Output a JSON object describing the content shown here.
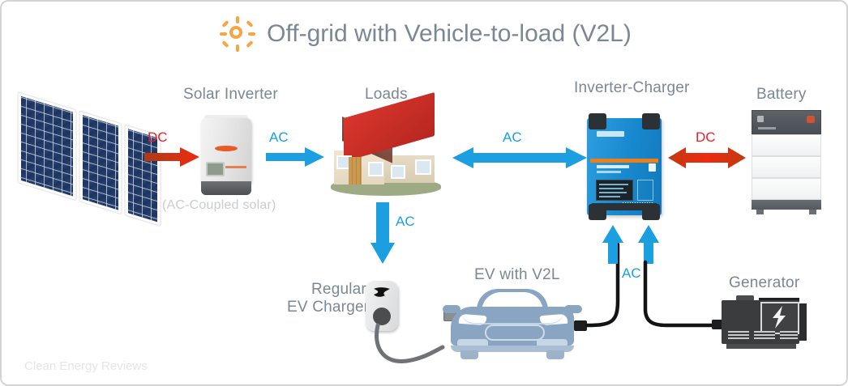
{
  "diagram": {
    "title": "Off-grid with Vehicle-to-load (V2L)",
    "sun_icon": "sun-icon",
    "watermark": "Clean Energy Reviews"
  },
  "nodes": {
    "solar_panels": {
      "icon": "solar-panel-icon"
    },
    "solar_inverter": {
      "label": "Solar Inverter",
      "sublabel": "(AC-Coupled solar)",
      "icon": "solar-inverter-icon"
    },
    "loads": {
      "label": "Loads",
      "icon": "house-icon"
    },
    "inverter_charger": {
      "label": "Inverter-Charger",
      "icon": "inverter-charger-icon"
    },
    "battery": {
      "label": "Battery",
      "icon": "battery-stack-icon"
    },
    "ev_charger": {
      "label_line1": "Regular",
      "label_line2": "EV Charger",
      "icon": "ev-charger-icon"
    },
    "ev_car": {
      "label": "EV with V2L",
      "icon": "electric-car-icon"
    },
    "generator": {
      "label": "Generator",
      "icon": "generator-icon"
    }
  },
  "flows": [
    {
      "id": "panels-to-inverter",
      "label": "DC",
      "type": "dc",
      "direction": "right"
    },
    {
      "id": "inverter-to-loads",
      "label": "AC",
      "type": "ac",
      "direction": "right"
    },
    {
      "id": "loads-to-inverter-charger",
      "label": "AC",
      "type": "ac",
      "direction": "both"
    },
    {
      "id": "inverter-charger-to-battery",
      "label": "DC",
      "type": "dc",
      "direction": "both"
    },
    {
      "id": "loads-to-ev-charger",
      "label": "AC",
      "type": "ac",
      "direction": "down"
    },
    {
      "id": "v2l-and-generator-to-inverter-charger",
      "label": "AC",
      "type": "ac",
      "direction": "up"
    }
  ],
  "colors": {
    "ac": "#1b9fe0",
    "dc": "#e8202a",
    "dc_arrow": "#cf3411",
    "label": "#7b8794",
    "sublabel": "#c8cdd3",
    "sun": "#f7a541",
    "border": "#d4d4d4"
  }
}
